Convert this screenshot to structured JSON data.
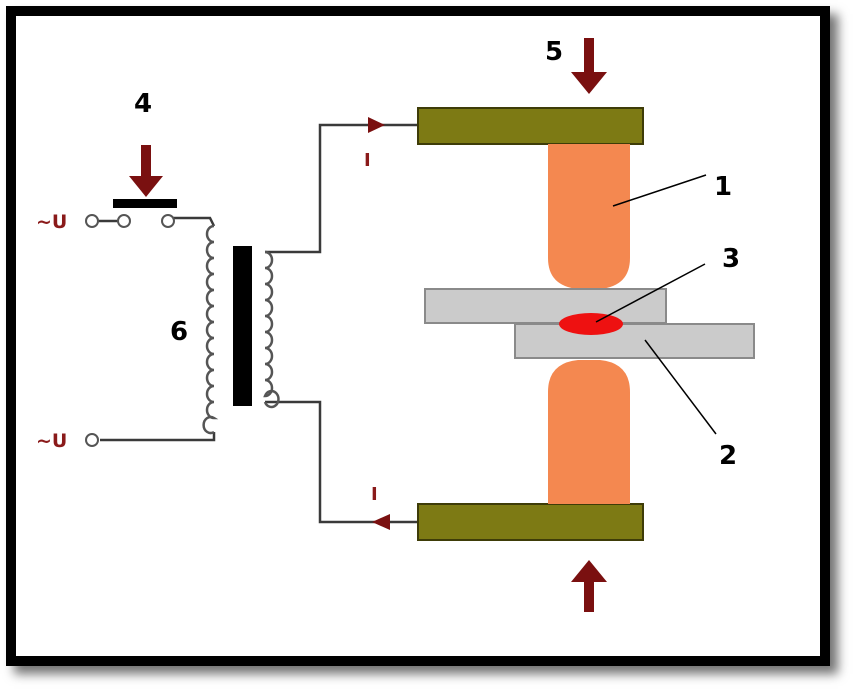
{
  "labels": {
    "electrode": "1",
    "workpiece": "2",
    "weld_nugget": "3",
    "switch": "4",
    "force": "5",
    "transformer": "6"
  },
  "source": {
    "top": "~U",
    "bottom": "~U"
  },
  "current": {
    "top": "I",
    "bottom": "I"
  },
  "colors": {
    "frame": "#000000",
    "wire": "#3a3a3a",
    "arrow": "#7a1010",
    "label_red": "#8a1a1a",
    "holder": "#7d7a14",
    "holder_border": "#3e3c08",
    "electrode": "#f48850",
    "plate": "#cbcbcb",
    "plate_border": "#8a8a8a",
    "nugget": "#ee1111",
    "core": "#000000"
  }
}
